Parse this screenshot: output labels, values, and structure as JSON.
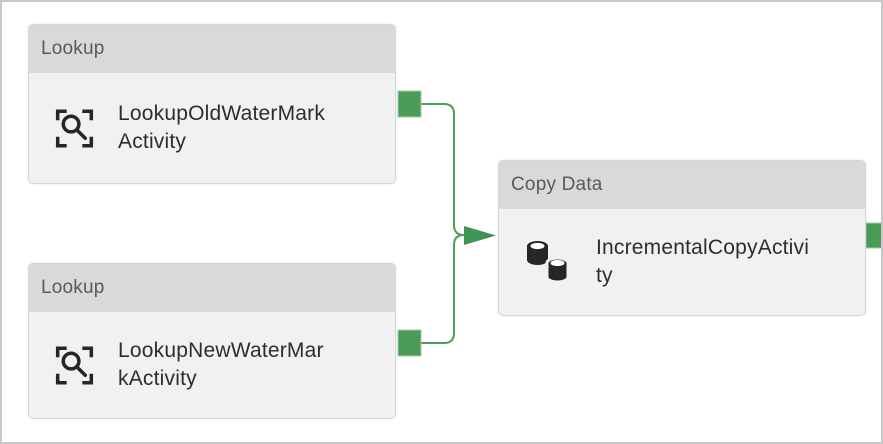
{
  "diagram": {
    "kind": "data-factory-pipeline",
    "nodes": [
      {
        "id": "lookup-old",
        "type_label": "Lookup",
        "name": "LookupOldWaterMarkActivity",
        "label_lines": [
          "LookupOldWaterMark",
          "Activity"
        ],
        "icon": "lookup-icon"
      },
      {
        "id": "lookup-new",
        "type_label": "Lookup",
        "name": "LookupNewWaterMarkActivity",
        "label_lines": [
          "LookupNewWaterMar",
          "kActivity"
        ],
        "icon": "lookup-icon"
      },
      {
        "id": "copy",
        "type_label": "Copy Data",
        "name": "IncrementalCopyActivity",
        "label_lines": [
          "IncrementalCopyActivi",
          "ty"
        ],
        "icon": "copy-data-icon"
      }
    ],
    "connections": [
      {
        "from": "LookupOldWaterMarkActivity",
        "to": "IncrementalCopyActivity"
      },
      {
        "from": "LookupNewWaterMarkActivity",
        "to": "IncrementalCopyActivity"
      }
    ],
    "colors": {
      "wire_green": "#4e9d5a",
      "arrow_green": "#3f9454",
      "port_green": "#4a9b55",
      "node_header_bg": "#d9d9d9",
      "node_body_bg": "#f1f1f1",
      "node_border": "#d6d6d6",
      "header_text": "#5a5a5a",
      "label_text": "#2d2d2d",
      "icon_color": "#262626",
      "canvas_border": "#c8c8c8"
    }
  }
}
